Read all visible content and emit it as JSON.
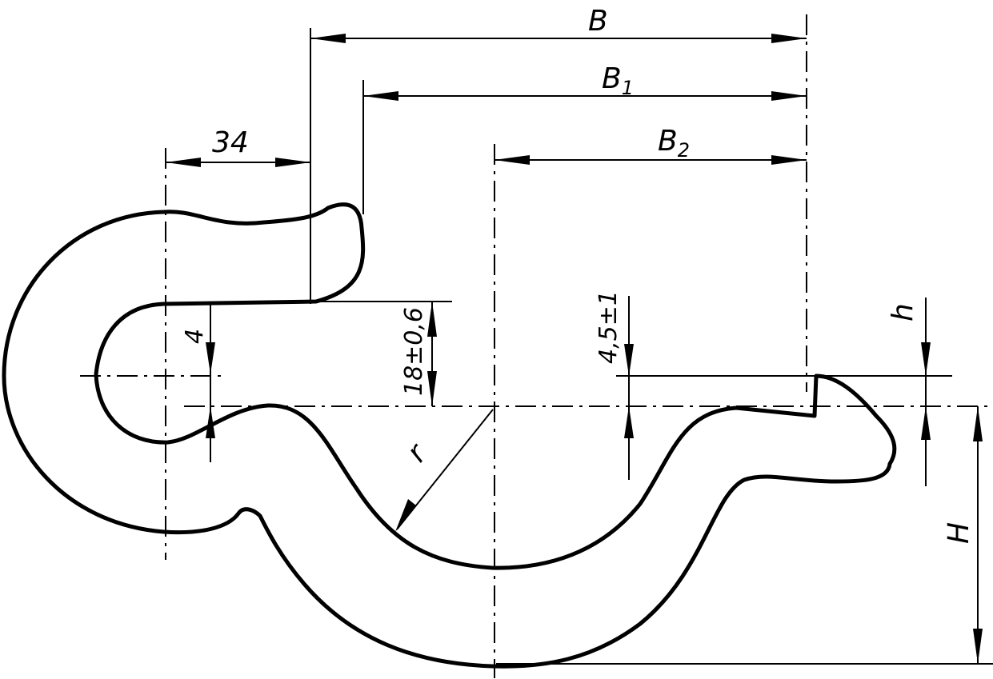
{
  "dimensions": {
    "B": "B",
    "B1_base": "B",
    "B1_sub": "1",
    "B2_base": "B",
    "B2_sub": "2",
    "dim_34": "34",
    "dim_4": "4",
    "dim_18": "18±0,6",
    "dim_45": "4,5±1",
    "h": "h",
    "H": "H",
    "r": "r"
  }
}
